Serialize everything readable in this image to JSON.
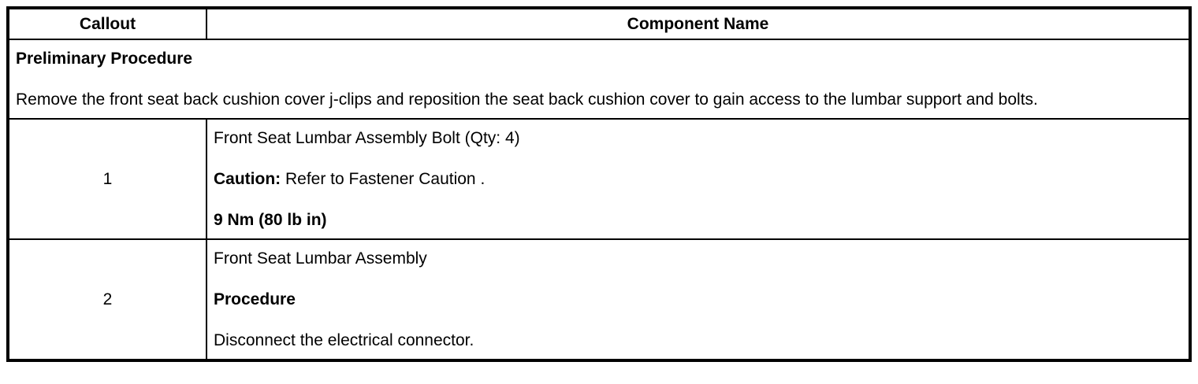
{
  "table": {
    "header": {
      "callout_label": "Callout",
      "component_label": "Component Name"
    },
    "preliminary": {
      "title": "Preliminary Procedure",
      "body": "Remove the front seat back cushion cover j-clips and reposition the seat back cushion cover to gain access to the lumbar support and bolts."
    },
    "rows": [
      {
        "callout": "1",
        "component_name": "Front Seat Lumbar Assembly Bolt (Qty: 4)",
        "caution_label": "Caution:",
        "caution_text": " Refer to Fastener Caution .",
        "torque_spec": "9 Nm (80 lb in)"
      },
      {
        "callout": "2",
        "component_name": "Front Seat Lumbar Assembly",
        "procedure_label": "Procedure",
        "procedure_text": "Disconnect the electrical connector."
      }
    ],
    "colors": {
      "border": "#000000",
      "background": "#ffffff",
      "text": "#000000"
    }
  }
}
